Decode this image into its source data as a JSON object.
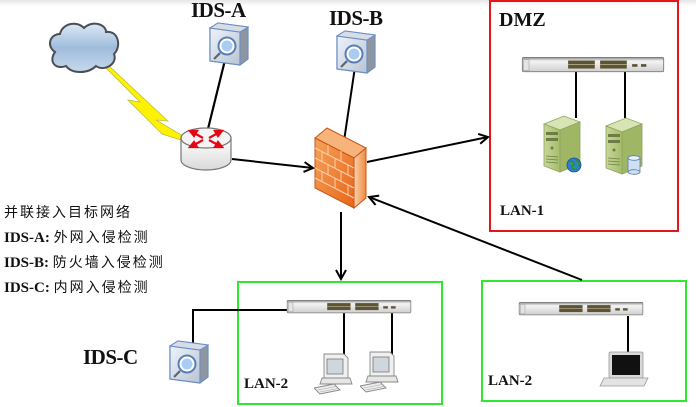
{
  "diagram": {
    "nodes": {
      "ids_a": {
        "label": "IDS-A",
        "icon": "ids-sensor-icon"
      },
      "ids_b": {
        "label": "IDS-B",
        "icon": "ids-sensor-icon"
      },
      "ids_c": {
        "label": "IDS-C",
        "icon": "ids-sensor-icon"
      },
      "internet": {
        "icon": "cloud-icon"
      },
      "router": {
        "icon": "router-icon"
      },
      "firewall": {
        "icon": "firewall-icon"
      }
    },
    "zones": {
      "dmz": {
        "title": "DMZ",
        "lan_label": "LAN-1",
        "border_color": "#e8141b",
        "devices": [
          "switch-icon",
          "web-server-icon",
          "database-server-icon"
        ]
      },
      "lan2_left": {
        "lan_label": "LAN-2",
        "border_color": "#2ee82e",
        "devices": [
          "switch-icon",
          "desktop-pc-icon",
          "desktop-pc-icon"
        ]
      },
      "lan2_right": {
        "lan_label": "LAN-2",
        "border_color": "#2ee82e",
        "devices": [
          "switch-icon",
          "laptop-icon"
        ]
      }
    },
    "links": [
      {
        "from": "internet",
        "to": "router",
        "type": "wireless-link"
      },
      {
        "from": "ids_a",
        "to": "router"
      },
      {
        "from": "router",
        "to": "firewall",
        "arrow": true
      },
      {
        "from": "ids_b",
        "to": "firewall"
      },
      {
        "from": "firewall",
        "to": "dmz",
        "arrow": true
      },
      {
        "from": "firewall",
        "to": "lan2_left",
        "arrow": true
      },
      {
        "from": "lan2_right",
        "to": "firewall",
        "arrow": true
      },
      {
        "from": "ids_c",
        "to": "lan2_left.switch"
      }
    ]
  },
  "legend": {
    "heading": "并联接入目标网络",
    "items": [
      {
        "key": "IDS-A:",
        "desc": "外网入侵检测"
      },
      {
        "key": "IDS-B:",
        "desc": "防火墙入侵检测"
      },
      {
        "key": "IDS-C:",
        "desc": "内网入侵检测"
      }
    ]
  }
}
